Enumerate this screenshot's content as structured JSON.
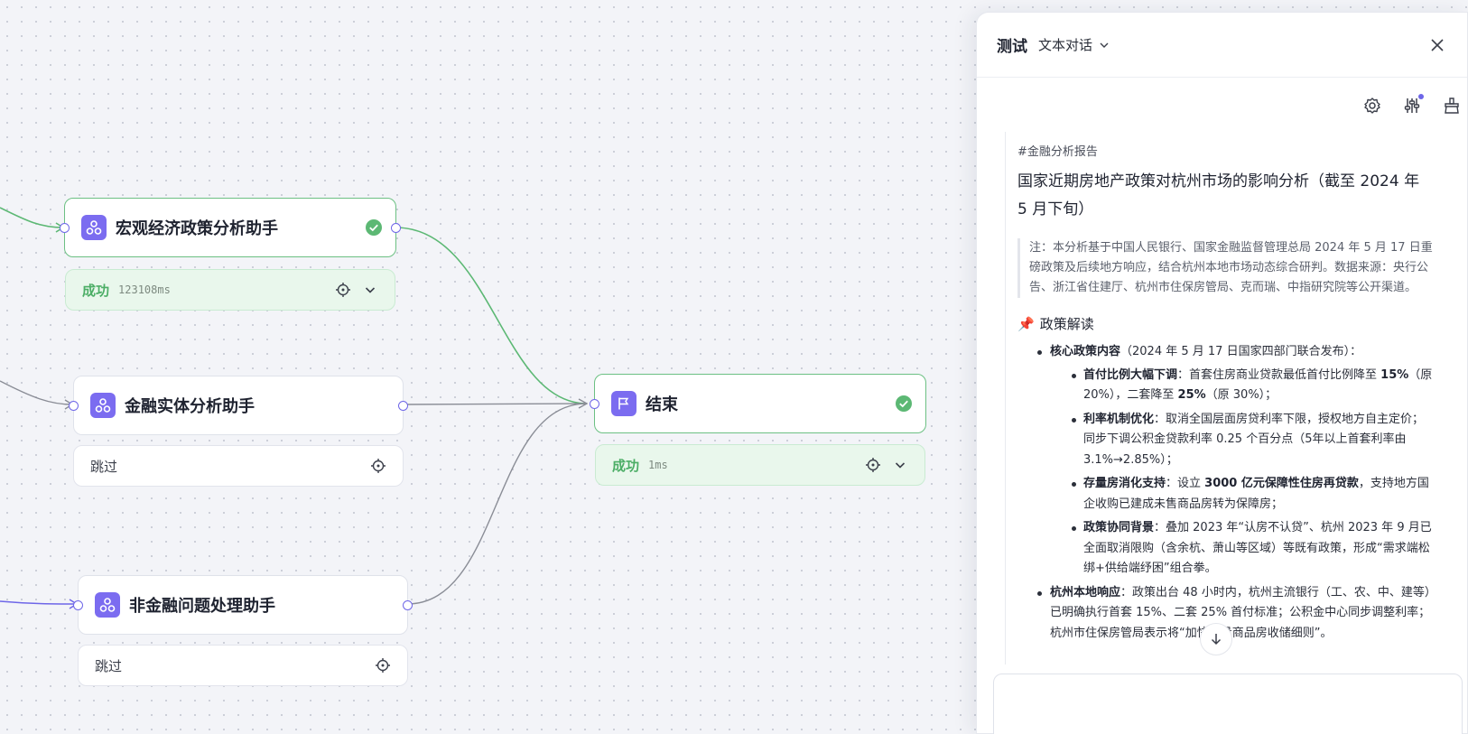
{
  "nodes": {
    "macro": {
      "title": "宏观经济政策分析助手",
      "status_label": "成功",
      "status_time": "123108ms"
    },
    "finance": {
      "title": "金融实体分析助手",
      "status_label": "跳过"
    },
    "nonfinance": {
      "title": "非金融问题处理助手",
      "status_label": "跳过"
    },
    "end": {
      "title": "结束",
      "status_label": "成功",
      "status_time": "1ms"
    }
  },
  "panel": {
    "title": "测试",
    "mode": "文本对话",
    "message": {
      "tag": "#金融分析报告",
      "title": "国家近期房地产政策对杭州市场的影响分析（截至 2024 年 5 月下旬）",
      "note": "注：本分析基于中国人民银行、国家金融监督管理总局 2024 年 5 月 17 日重磅政策及后续地方响应，结合杭州本地市场动态综合研判。数据来源：央行公告、浙江省住建厅、杭州市住保房管局、克而瑞、中指研究院等公开渠道。",
      "section_icon": "📌",
      "section_title": "政策解读",
      "core_label": "核心政策内容",
      "core_text": "（2024 年 5 月 17 日国家四部门联合发布）：",
      "sub": [
        {
          "label": "首付比例大幅下调",
          "text": "：首套住房商业贷款最低首付比例降至 ",
          "b1": "15%",
          "text2": "（原 20%），二套降至 ",
          "b2": "25%",
          "text3": "（原 30%）；"
        },
        {
          "label": "利率机制优化",
          "text": "：取消全国层面房贷利率下限，授权地方自主定价；同步下调公积金贷款利率 0.25 个百分点（5年以上首套利率由 3.1%→2.85%）；"
        },
        {
          "label": "存量房消化支持",
          "text": "：设立 ",
          "b1": "3000 亿元保障性住房再贷款",
          "text2": "，支持地方国企收购已建成未售商品房转为保障房；"
        },
        {
          "label": "政策协同背景",
          "text": "：叠加 2023 年“认房不认贷”、杭州 2023 年 9 月已全面取消限购（含余杭、萧山等区域）等既有政策，形成“需求端松绑+供给端纾困”组合拳。"
        }
      ],
      "local_label": "杭州本地响应",
      "local_text": "：政策出台 48 小时内，杭州主流银行（工、农、中、建等）已明确执行首套 15%、二套 25% 首付标准；公积金中心同步调整利率；杭州市住保房管局表示将“加快存量商品房收储细则”。"
    }
  }
}
